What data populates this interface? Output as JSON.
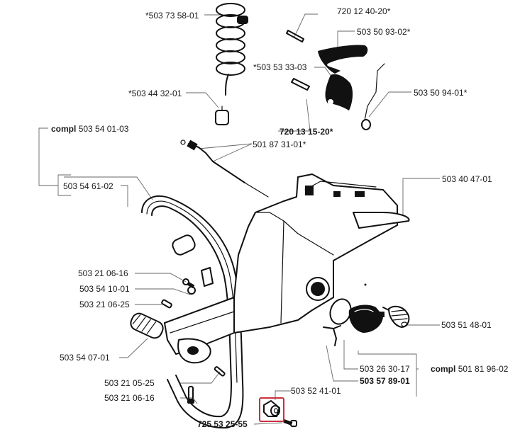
{
  "diagram": {
    "title": "Chainsaw crankcase / handle exploded parts diagram",
    "highlight_color": "#c8303c",
    "highlighted_part": "503 52 41-01",
    "labels": [
      {
        "id": "fuel-hose",
        "text": "*503 73 58-01"
      },
      {
        "id": "fuel-filter",
        "text": "*503 44 32-01"
      },
      {
        "id": "pin-top",
        "text": "720 12 40-20*"
      },
      {
        "id": "throttle-trigger",
        "text": "503 50 93-02*"
      },
      {
        "id": "trigger-lockout",
        "text": "*503 53 33-03"
      },
      {
        "id": "spring",
        "text": "503 50 94-01*"
      },
      {
        "id": "pin-bottom",
        "text": "720 13 15-20*"
      },
      {
        "id": "compl-handle-prefix",
        "text": "compl"
      },
      {
        "id": "compl-handle",
        "text": "503 54 01-03"
      },
      {
        "id": "throttle-rod",
        "text": "501 87 31-01*"
      },
      {
        "id": "front-handle",
        "text": "503 54 61-02"
      },
      {
        "id": "rear-handle",
        "text": "503 40 47-01"
      },
      {
        "id": "screw-1",
        "text": "503 21 06-16"
      },
      {
        "id": "washer",
        "text": "503 54 10-01"
      },
      {
        "id": "screw-2",
        "text": "503 21 06-25"
      },
      {
        "id": "av-spring",
        "text": "503 54 07-01"
      },
      {
        "id": "screw-3",
        "text": "503 21 05-25"
      },
      {
        "id": "screw-4",
        "text": "503 21 06-16"
      },
      {
        "id": "buffer",
        "text": "503 52 41-01"
      },
      {
        "id": "screw-5",
        "text": "725 53 25-55"
      },
      {
        "id": "av-element",
        "text": "503 51 48-01"
      },
      {
        "id": "o-ring",
        "text": "503 26 30-17"
      },
      {
        "id": "strap",
        "text": "503 57 89-01"
      },
      {
        "id": "compl-cap-prefix",
        "text": "compl"
      },
      {
        "id": "compl-cap",
        "text": "501 81 96-02"
      }
    ]
  }
}
